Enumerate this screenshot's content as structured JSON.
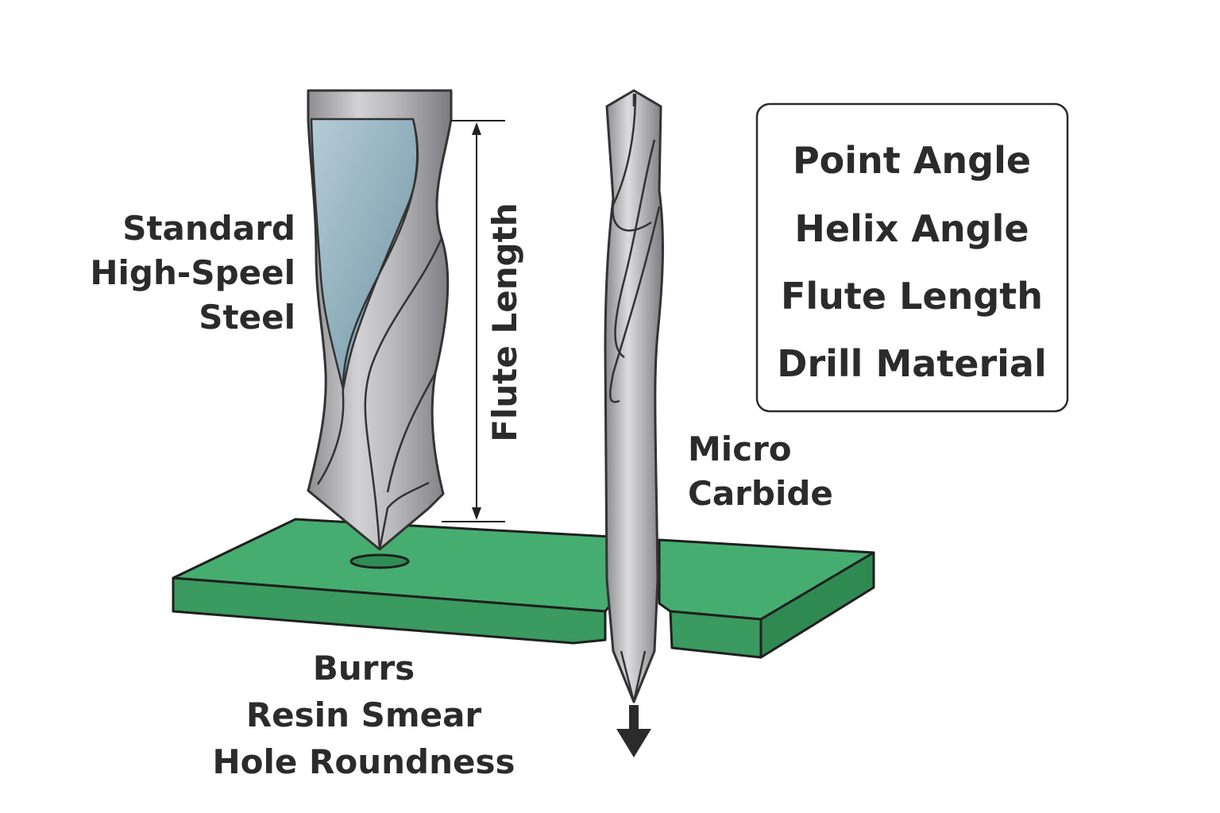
{
  "legend": {
    "items": [
      "Point Angle",
      "Helix Angle",
      "Flute Length",
      "Drill Material"
    ]
  },
  "labels": {
    "standard_drill": [
      "Standard",
      "High-Speel",
      "Steel"
    ],
    "micro_drill": [
      "Micro",
      "Carbide"
    ],
    "flute_length": "Flute Length",
    "defects": [
      "Burrs",
      "Resin Smear",
      "Hole Roundness"
    ]
  },
  "colors": {
    "pcb_green": "#3fa86a",
    "pcb_dark": "#2f8c55",
    "steel": "#a9a9ab",
    "flute_blue": "#8fb0bf",
    "text": "#2b2b2b"
  },
  "icons": [
    "down-arrow-icon"
  ]
}
